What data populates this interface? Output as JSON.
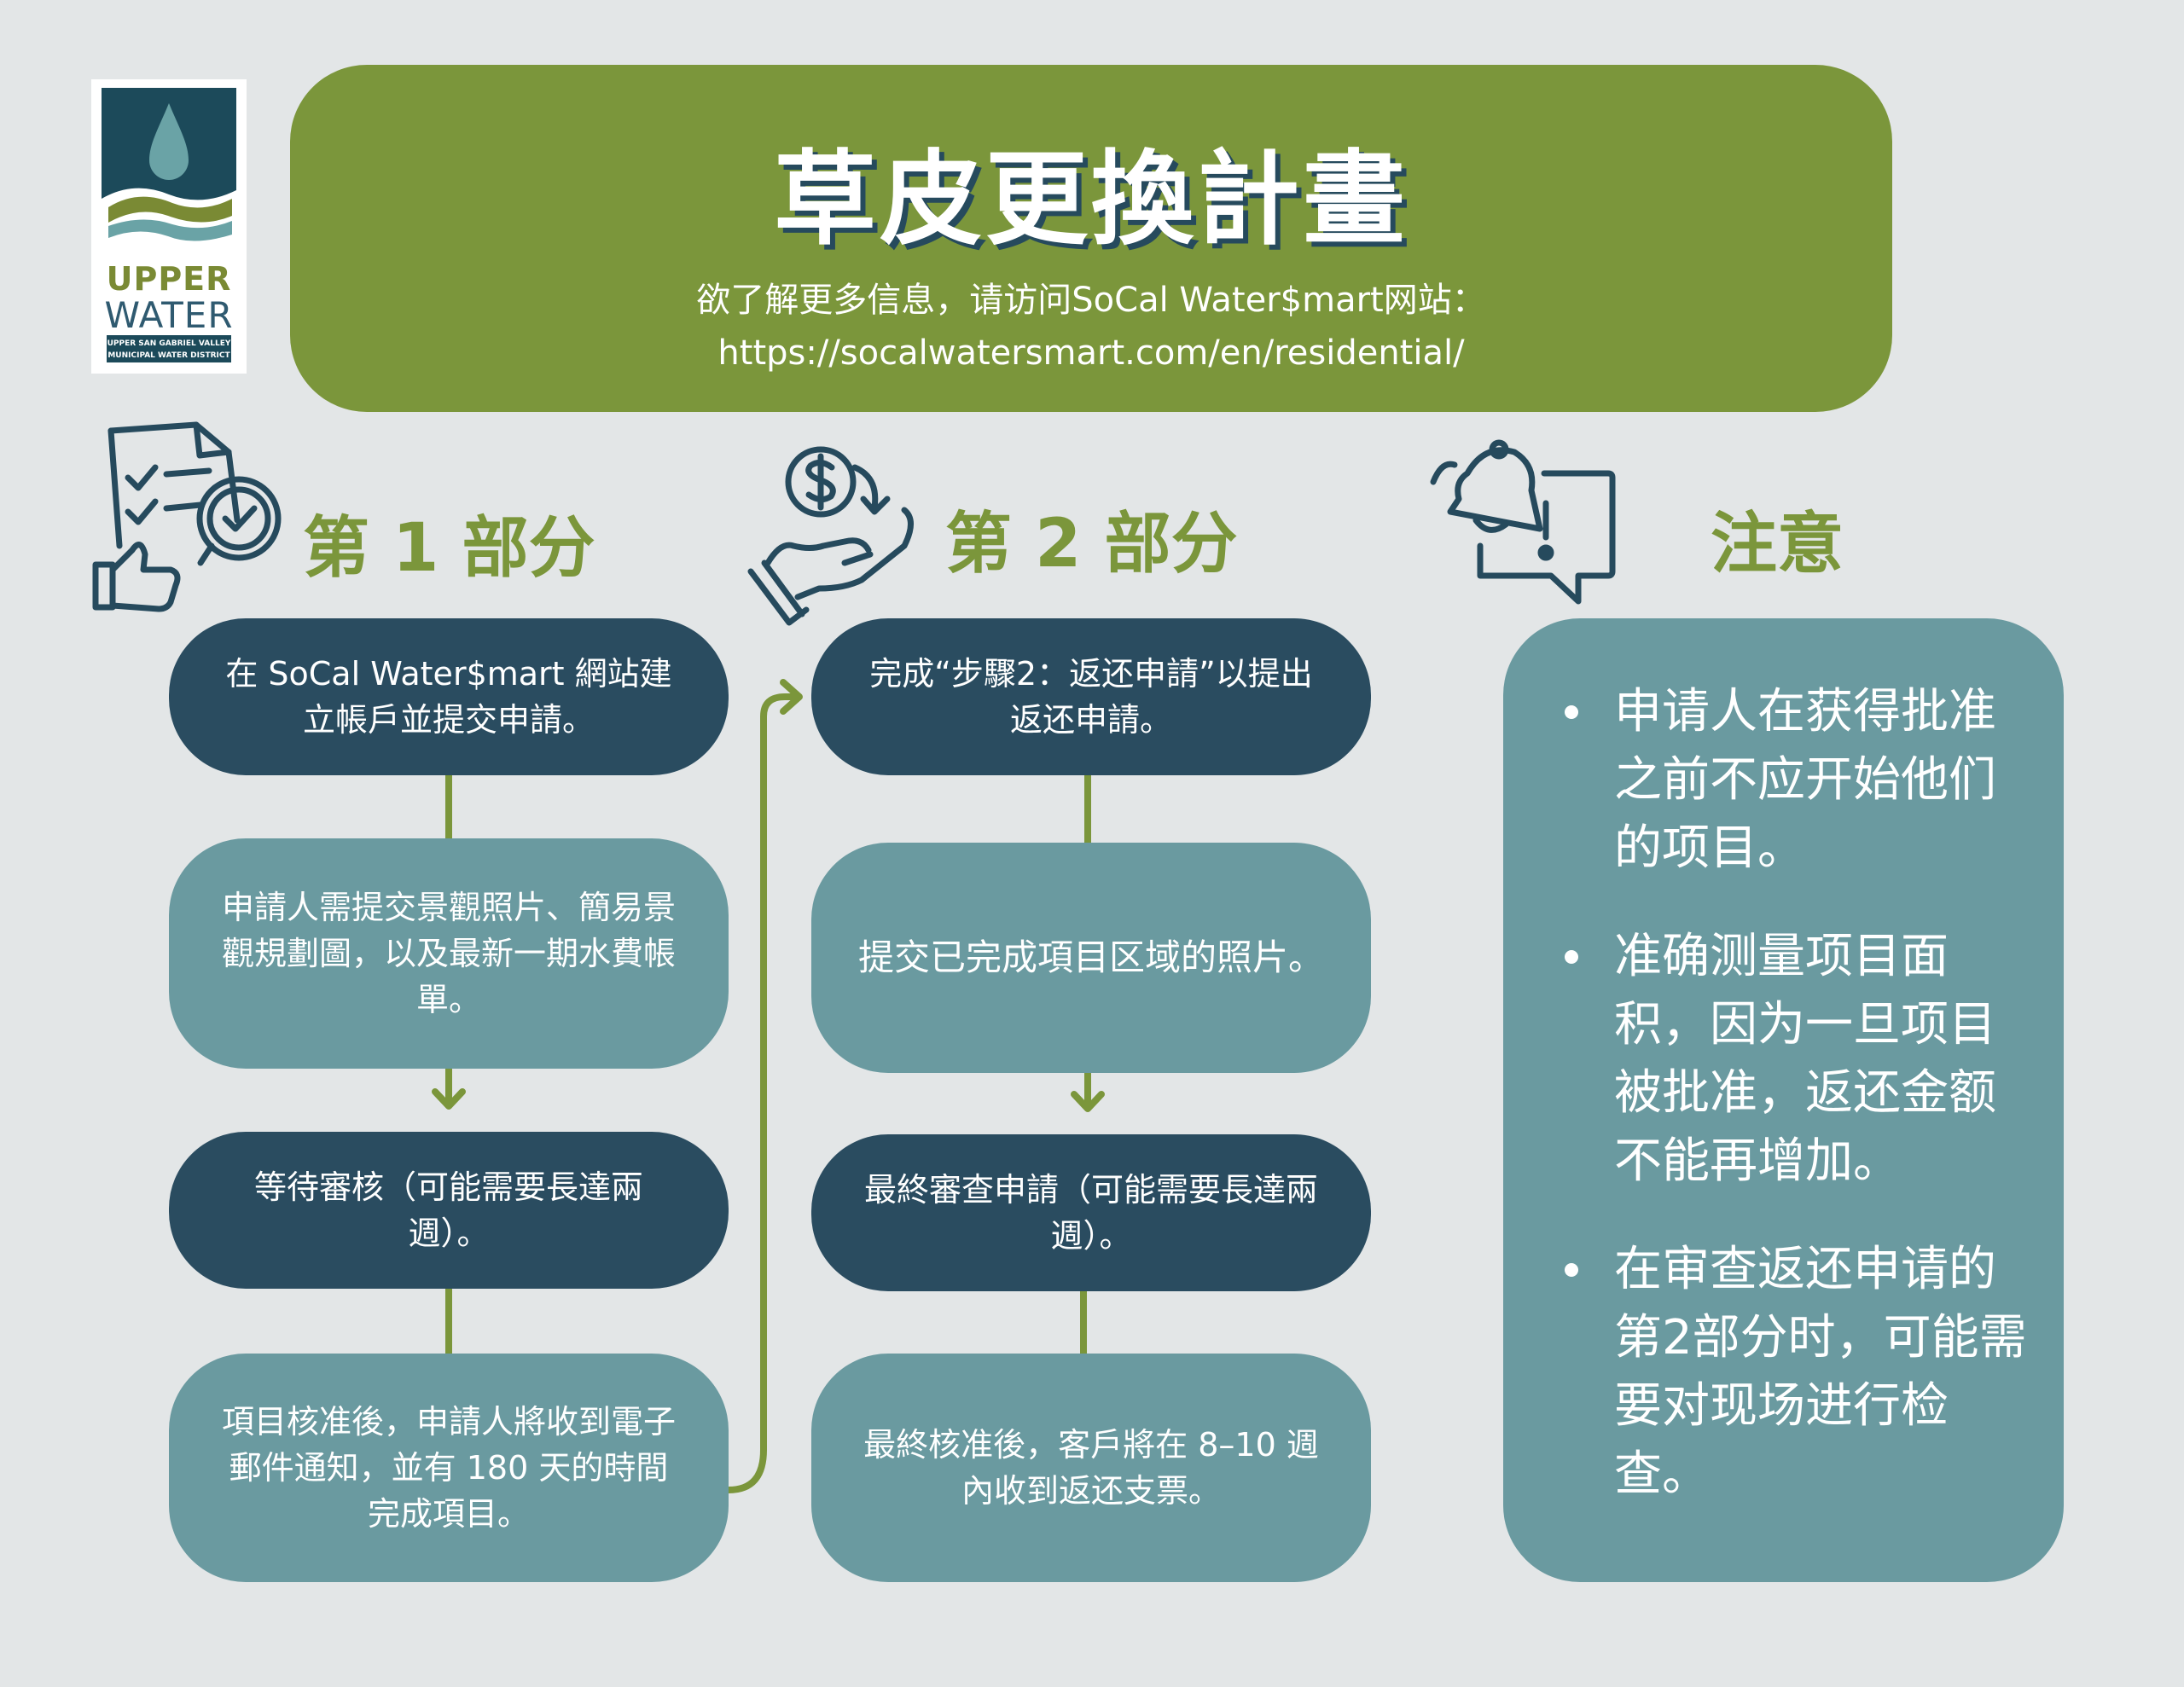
{
  "logo": {
    "line1": "UPPER",
    "line2": "WATER",
    "sub": "UPPER SAN GABRIEL VALLEY MUNICIPAL WATER DISTRICT"
  },
  "header": {
    "title": "草皮更換計畫",
    "subtitle_line1": "欲了解更多信息，请访问SoCal Water$mart网站：",
    "subtitle_line2": "https://socalwatersmart.com/en/residential/"
  },
  "part1": {
    "title": "第 1 部分",
    "steps": [
      "在 SoCal Water$mart 網站建立帳戶並提交申請。",
      "申請人需提交景觀照片、簡易景觀規劃圖，以及最新一期水費帳單。",
      "等待審核（可能需要長達兩週）。",
      "項目核准後，申請人將收到電子郵件通知，並有 180 天的時間完成項目。"
    ]
  },
  "part2": {
    "title": "第 2 部分",
    "steps": [
      "完成“步驟2：返还申請”以提出返还申請。",
      "提交已完成項目区域的照片。",
      "最終審查申請（可能需要長達兩週）。",
      "最終核准後，客戶將在 8–10 週內收到返还支票。"
    ]
  },
  "notes": {
    "title": "注意",
    "items": [
      "申请人在获得批准之前不应开始他们的项目。",
      "准确测量项目面积，因为一旦项目被批准，返还金额不能再增加。",
      "在审查返还申请的第2部分时，可能需要对现场进行检查。"
    ]
  },
  "colors": {
    "background": "#e3e6e7",
    "green": "#7b963b",
    "dark_box": "#2a4c60",
    "light_box": "#6a9aa0"
  }
}
